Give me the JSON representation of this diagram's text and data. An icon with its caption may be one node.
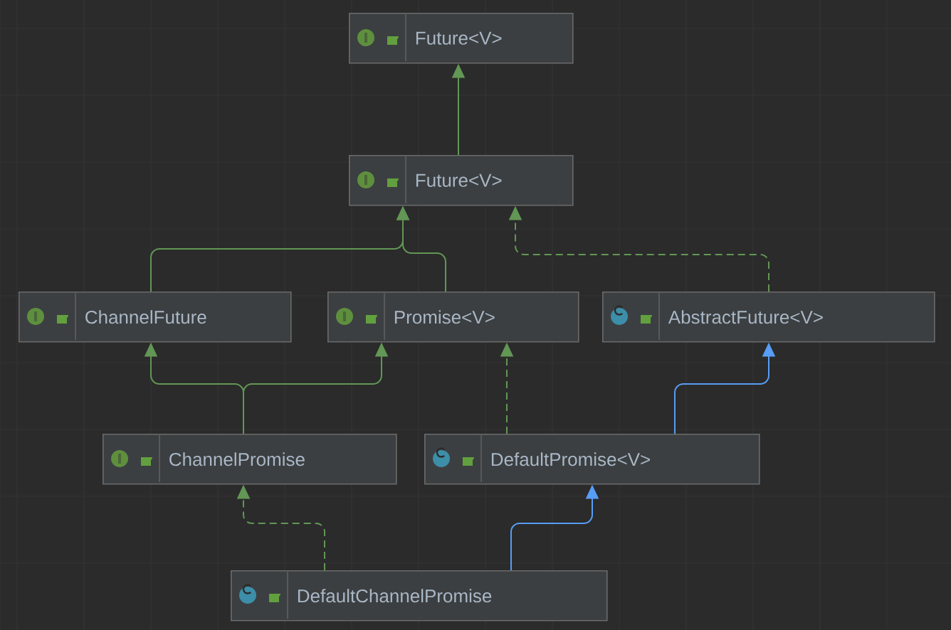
{
  "diagram": {
    "nodes": [
      {
        "text": [
          "Future<V>"
        ]
      },
      {
        "text": [
          "Future<V>"
        ]
      },
      {
        "text": [
          "ChannelFuture"
        ]
      },
      {
        "text": [
          "Promise<V>"
        ]
      },
      {
        "text": [
          "AbstractFuture<V>"
        ]
      },
      {
        "text": [
          "ChannelPromise"
        ]
      },
      {
        "text": [
          "DefaultPromise<V>"
        ]
      },
      {
        "text": [
          "DefaultChannelPromise"
        ]
      }
    ],
    "edges": [
      {
        "from": 1,
        "to": 0,
        "arrow": "to"
      },
      {
        "from": 2,
        "to": 1,
        "arrow": "to"
      },
      {
        "from": 3,
        "to": 1,
        "arrow": "to"
      },
      {
        "from": 4,
        "to": 1,
        "arrow": "to",
        "style": "dashed"
      },
      {
        "from": 5,
        "to": 2,
        "arrow": "to"
      },
      {
        "from": 5,
        "to": 3,
        "arrow": "to"
      },
      {
        "from": 6,
        "to": 3,
        "arrow": "to",
        "style": "dashed"
      },
      {
        "from": 6,
        "to": 4,
        "arrow": "to",
        "color": "#589df6"
      },
      {
        "from": 7,
        "to": 5,
        "arrow": "to",
        "style": "dashed"
      },
      {
        "from": 7,
        "to": 6,
        "arrow": "to",
        "color": "#589df6"
      }
    ]
  }
}
